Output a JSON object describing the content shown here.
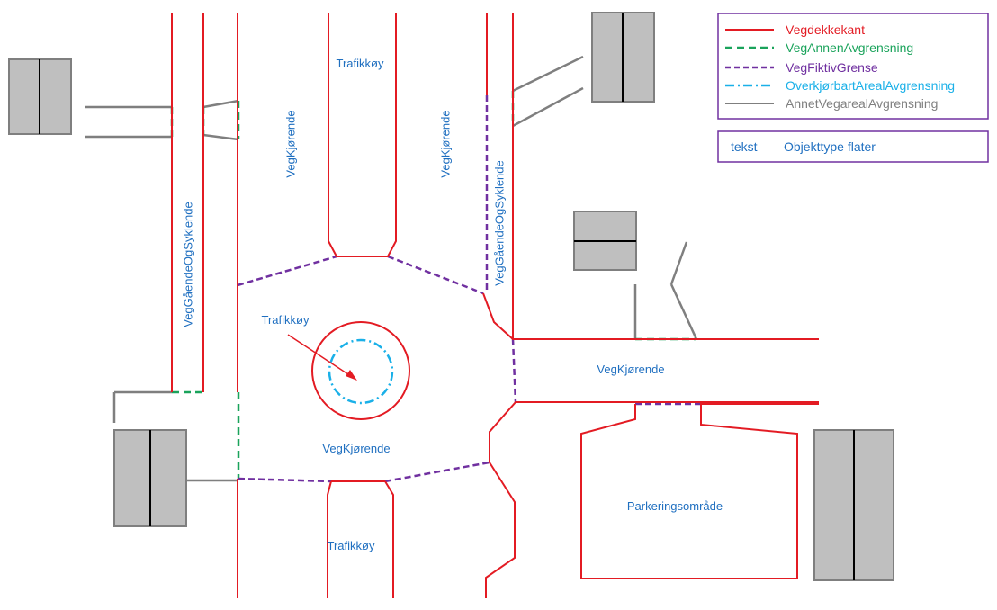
{
  "labels": {
    "traffic_island_top": "Trafikkøy",
    "traffic_island_center": "Trafikkøy",
    "traffic_island_bottom": "Trafikkøy",
    "lane_left": "VegKjørende",
    "lane_mid": "VegKjørende",
    "lane_right": "VegKjørende",
    "lane_bottom": "VegKjørende",
    "walk_cycle_left": "VegGåendeOgSyklende",
    "walk_cycle_right": "VegGåendeOgSyklende",
    "parking": "Parkeringsområde"
  },
  "legend": {
    "items": [
      {
        "label": "Vegdekkekant",
        "color": "#e31b23",
        "style": "solid"
      },
      {
        "label": "VegAnnenAvgrensning",
        "color": "#1aa35b",
        "style": "dashed"
      },
      {
        "label": "VegFiktivGrense",
        "color": "#7030a0",
        "style": "dashed"
      },
      {
        "label": "OverkjørbartArealAvgrensning",
        "color": "#1ab0e8",
        "style": "dashdot"
      },
      {
        "label": "AnnetVegarealAvgrensning",
        "color": "#7f7f7f",
        "style": "solid"
      }
    ],
    "key_sample": "tekst",
    "key_desc": "Objekttype flater"
  },
  "colors": {
    "road_edge": "#e31b23",
    "other_boundary": "#1aa35b",
    "fictive": "#7030a0",
    "drivable": "#1ab0e8",
    "other_area": "#7f7f7f",
    "label": "#1f6fc0",
    "building_fill": "#bfbfbf",
    "legend_border": "#7030a0"
  }
}
